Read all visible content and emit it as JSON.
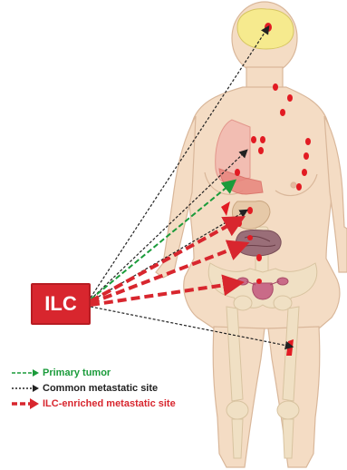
{
  "source_box": {
    "label": "ILC",
    "color": "#d8262e"
  },
  "legend": [
    {
      "label": "Primary tumor",
      "color": "#1a9b3a",
      "style": "dashed-thin"
    },
    {
      "label": "Common metastatic site",
      "color": "#222222",
      "style": "dotted-thin"
    },
    {
      "label": "ILC-enriched metastatic site",
      "color": "#d8262e",
      "style": "dashed-thick"
    }
  ],
  "colors": {
    "body": "#f4dcc4",
    "body_outline": "#d9b79a",
    "skeleton": "#f0e0c4",
    "brain": "#f6ea8e",
    "liver": "#e8847c",
    "intestines": "#9a6e78",
    "metastasis": "#e21b23"
  }
}
